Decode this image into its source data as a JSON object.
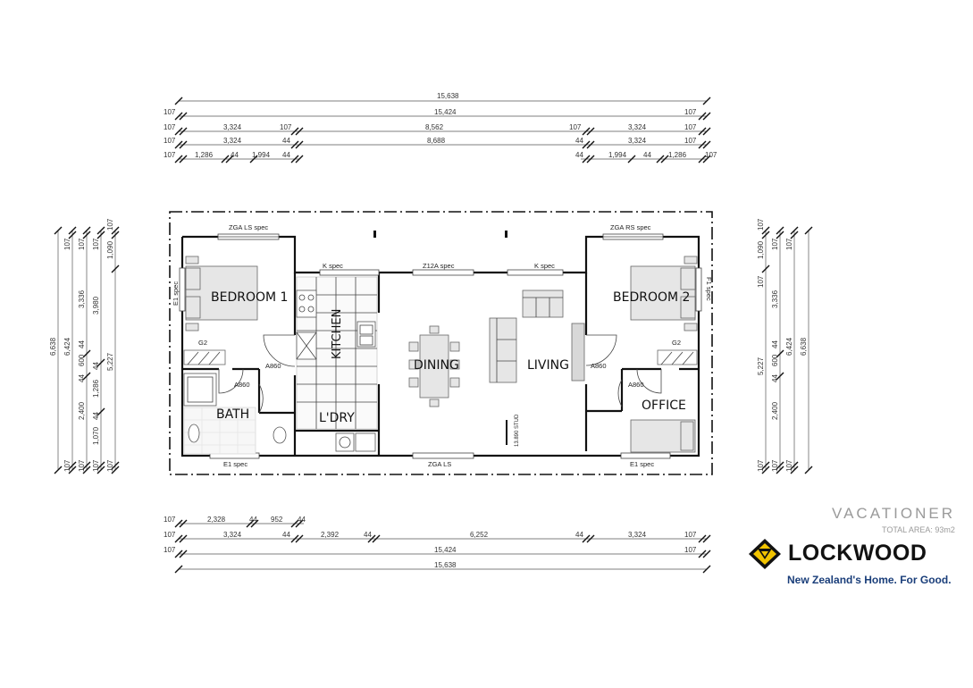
{
  "plan": {
    "rooms": {
      "bedroom1": "BEDROOM 1",
      "bedroom2": "BEDROOM 2",
      "kitchen": "KITCHEN",
      "dining": "DINING",
      "living": "LIVING",
      "bath": "BATH",
      "laundry": "L'DRY",
      "office": "OFFICE"
    },
    "specs": {
      "zga_ls_spec": "ZGA LS spec",
      "zga_rs_spec": "ZGA RS spec",
      "k_spec": "K spec",
      "z12a_spec": "Z12A spec",
      "e1_spec": "E1 spec",
      "f1_spec": "F1 spec",
      "zga_ls": "ZGA LS",
      "a860": "A860",
      "g2": "G2",
      "stud": "13.890 STUD"
    },
    "dims_top": {
      "row0": [
        "15,638"
      ],
      "row1": [
        "107",
        "15,424",
        "107"
      ],
      "row2": [
        "107",
        "3,324",
        "107",
        "8,562",
        "107",
        "3,324",
        "107"
      ],
      "row3": [
        "107",
        "3,324",
        "44",
        "8,688",
        "44",
        "3,324",
        "107"
      ],
      "row4": [
        "107",
        "1,286",
        "44",
        "1,994",
        "44",
        "44",
        "1,994",
        "44",
        "1,286",
        "107"
      ]
    },
    "dims_bottom": {
      "row0": [
        "107",
        "2,328",
        "44",
        "952",
        "44"
      ],
      "row1": [
        "107",
        "3,324",
        "44",
        "2,392",
        "44",
        "6,252",
        "44",
        "3,324",
        "107"
      ],
      "row2": [
        "107",
        "15,424",
        "107"
      ],
      "row3": [
        "15,638"
      ]
    },
    "dims_left": {
      "col0": [
        "6,638"
      ],
      "col1": [
        "6,424",
        "107",
        "107"
      ],
      "col2": [
        "107",
        "3,336",
        "44",
        "600",
        "44",
        "2,400",
        "107"
      ],
      "col3": [
        "107",
        "3,980",
        "44",
        "1,286",
        "44",
        "1,070",
        "107"
      ],
      "col4": [
        "107",
        "1,090",
        "5,227",
        "107"
      ]
    },
    "dims_right": {
      "col0": [
        "107",
        "1,090",
        "107",
        "5,227",
        "107"
      ],
      "col1": [
        "107",
        "3,336",
        "44",
        "600",
        "44",
        "2,400",
        "107"
      ],
      "col2": [
        "107",
        "6,424",
        "107"
      ],
      "col3": [
        "6,638"
      ]
    }
  },
  "brand": {
    "model_name": "VACATIONER",
    "total_area": "TOTAL AREA: 93m2",
    "logo_text": "LOCKWOOD",
    "tagline": "New Zealand's Home. For Good.",
    "colors": {
      "logo_yellow": "#f2c400",
      "logo_black": "#111111",
      "tagline_blue": "#1a3e7a",
      "model_grey": "#9a9a9a"
    }
  }
}
